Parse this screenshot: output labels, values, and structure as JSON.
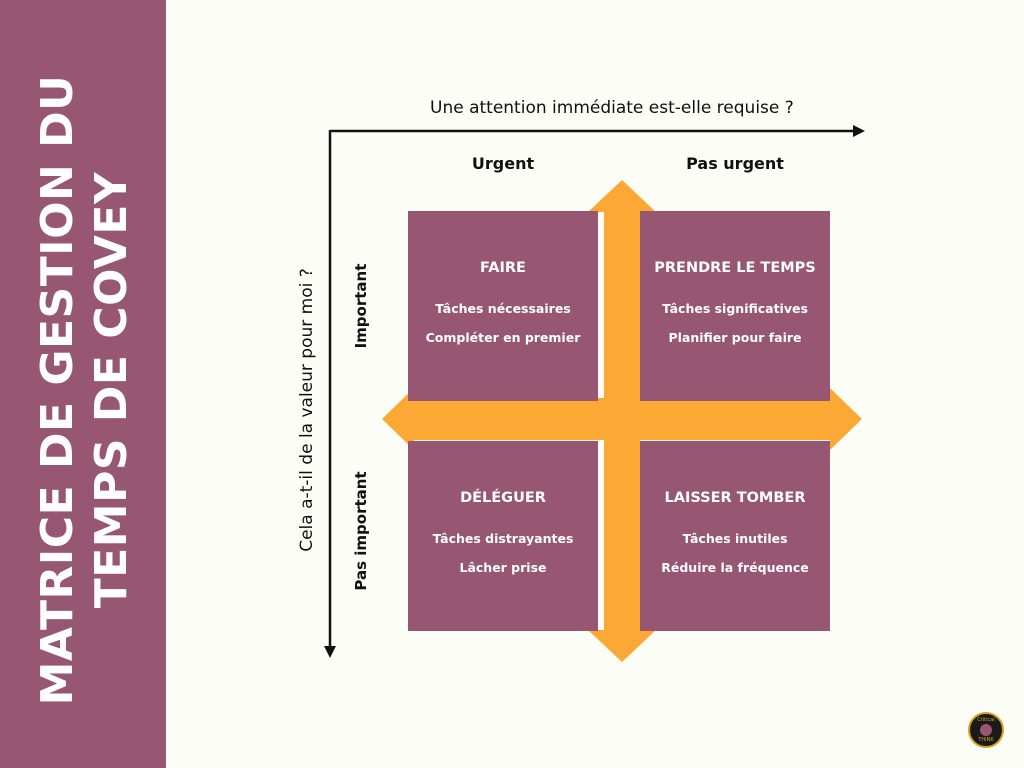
{
  "title": {
    "line1": "MATRICE DE GESTION DU",
    "line2": "TEMPS DE COVEY"
  },
  "axes": {
    "x_question": "Une attention immédiate est-elle requise ?",
    "y_question": "Cela a-t-il de la valeur pour moi ?",
    "columns": [
      "Urgent",
      "Pas urgent"
    ],
    "rows": [
      "Important",
      "Pas important"
    ]
  },
  "quadrants": [
    {
      "title": "FAIRE",
      "lines": [
        "Tâches nécessaires",
        "Compléter en premier"
      ]
    },
    {
      "title": "PRENDRE LE TEMPS",
      "lines": [
        "Tâches significatives",
        "Planifier pour faire"
      ]
    },
    {
      "title": "DÉLÉGUER",
      "lines": [
        "Tâches distrayantes",
        "Lâcher prise"
      ]
    },
    {
      "title": "LAISSER TOMBER",
      "lines": [
        "Tâches inutiles",
        "Réduire la fréquence"
      ]
    }
  ],
  "logo": {
    "text_top": "Critical",
    "text_bottom": "THINK"
  },
  "colors": {
    "purple": "#975671",
    "orange": "#fba834",
    "background": "#fdfdf7"
  }
}
